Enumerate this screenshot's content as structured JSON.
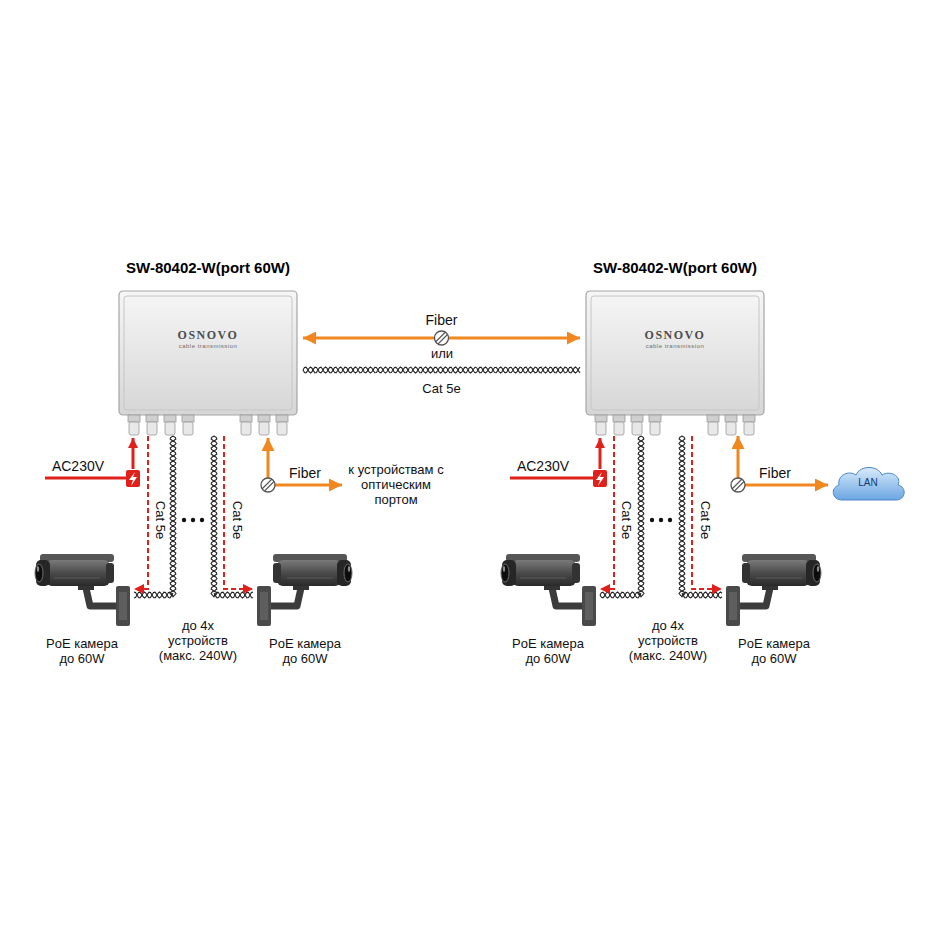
{
  "diagram": {
    "nodes": [
      {
        "text": [
          "SW-80402-W(port 60W)",
          "OSNOVO",
          "cable transmission"
        ]
      },
      {
        "text": [
          "SW-80402-W(port 60W)",
          "OSNOVO",
          "cable transmission"
        ]
      },
      {
        "text": [
          "PoE камера до 60W"
        ]
      },
      {
        "text": [
          "PoE камера до 60W"
        ]
      },
      {
        "text": [
          "PoE камера до 60W"
        ]
      },
      {
        "text": [
          "PoE камера до 60W"
        ]
      },
      {
        "text": [
          "LAN"
        ]
      }
    ],
    "edges": [
      {
        "from": 0,
        "to": 1,
        "arrow": "both",
        "label": "Fiber"
      },
      {
        "from": 0,
        "to": 1,
        "arrow": "none",
        "label": "Cat 5e"
      },
      {
        "from": 0,
        "to": 2,
        "arrow": "to",
        "label": "Cat 5e"
      },
      {
        "from": 0,
        "to": 3,
        "arrow": "to",
        "label": "Cat 5e"
      },
      {
        "from": 1,
        "to": 4,
        "arrow": "to",
        "label": "Cat 5e"
      },
      {
        "from": 1,
        "to": 5,
        "arrow": "to",
        "label": "Cat 5e"
      },
      {
        "from": 1,
        "to": 6,
        "arrow": "both",
        "label": "Fiber"
      }
    ],
    "labels": [
      "или",
      "AC230V",
      "Fiber",
      "к устройствам с оптическим портом",
      "AC230V",
      "до 4х устройств (макс. 240W)",
      "до 4х устройств (макс. 240W)"
    ]
  }
}
